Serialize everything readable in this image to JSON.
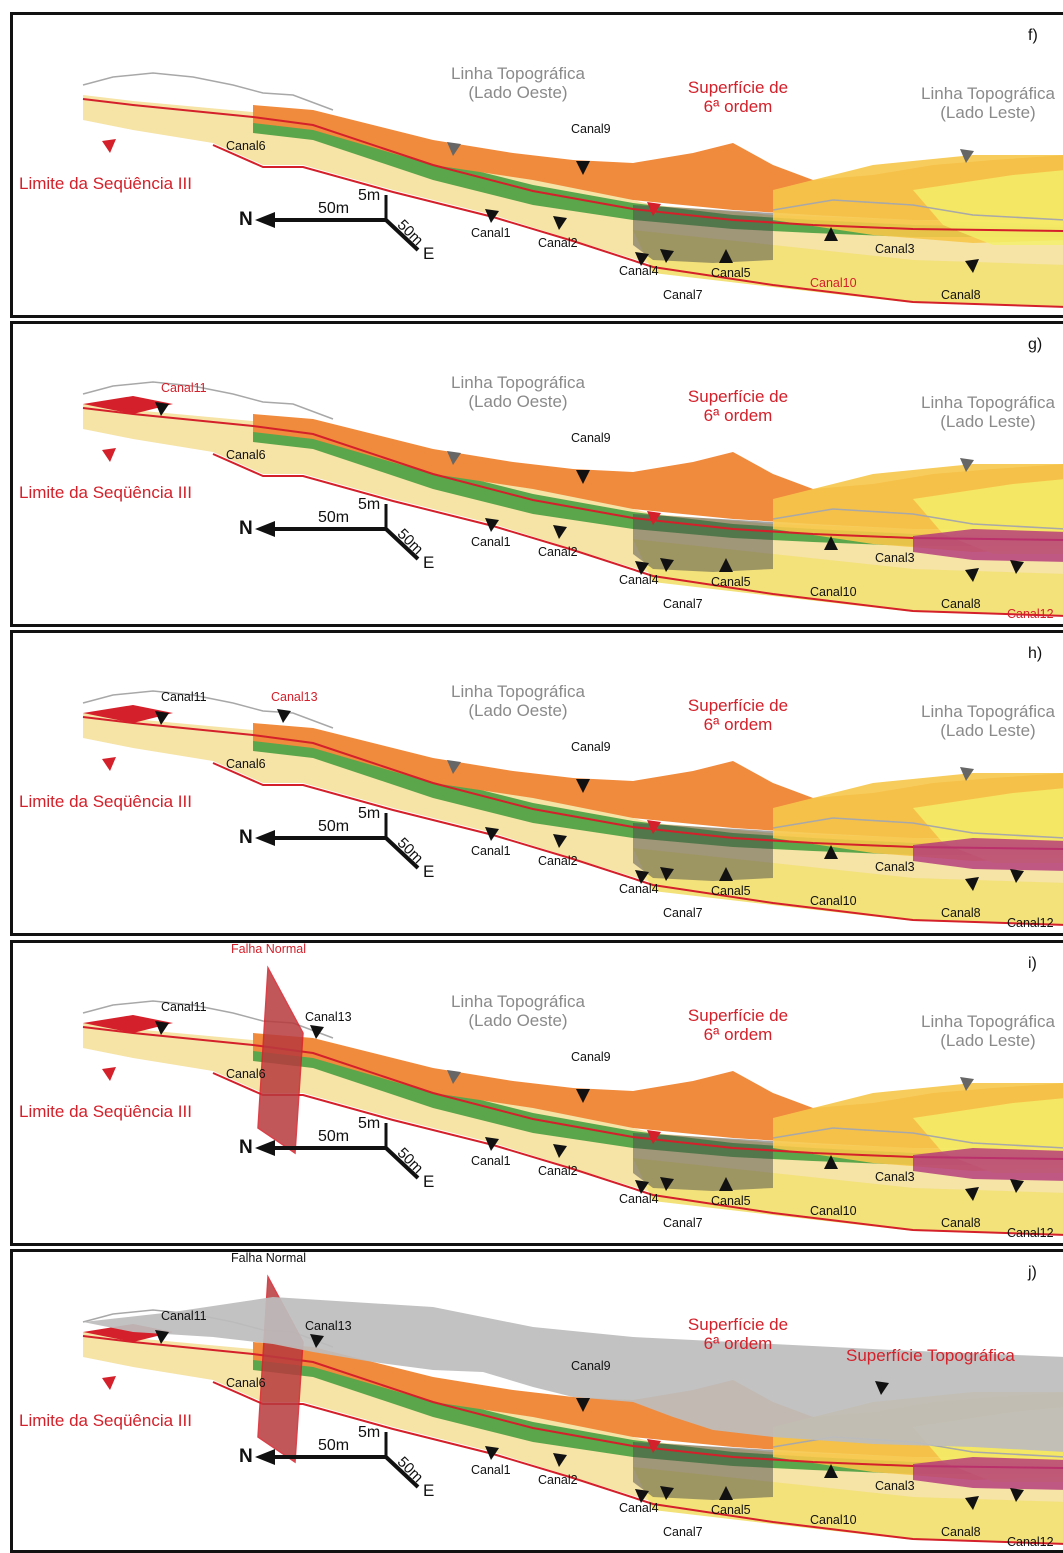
{
  "labels": {
    "linha_oeste": [
      "Linha Topográfica",
      "(Lado Oeste)"
    ],
    "linha_leste": [
      "Linha Topográfica",
      "(Lado Leste)"
    ],
    "superficie6": [
      "Superfície de",
      "6ª ordem"
    ],
    "limite": "Limite da Seqüência III",
    "superficie_topo": "Superfície Topográfica",
    "falha": "Falha Normal",
    "north": "N",
    "east": "E",
    "scale_h": "50m",
    "scale_v": "5m",
    "scale_d": "50m"
  },
  "channels": {
    "c1": "Canal1",
    "c2": "Canal2",
    "c3": "Canal3",
    "c4": "Canal4",
    "c5": "Canal5",
    "c6": "Canal6",
    "c7": "Canal7",
    "c8": "Canal8",
    "c9": "Canal9",
    "c10": "Canal10",
    "c11": "Canal11",
    "c12": "Canal12",
    "c13": "Canal13"
  },
  "panels": [
    {
      "letter": "f)",
      "red_channels": [
        "c10"
      ]
    },
    {
      "letter": "g)",
      "red_channels": [
        "c11",
        "c12"
      ]
    },
    {
      "letter": "h)",
      "red_channels": [
        "c13"
      ]
    },
    {
      "letter": "i)",
      "red_channels": []
    },
    {
      "letter": "j)",
      "red_channels": []
    }
  ],
  "colors": {
    "orange": "#f08a3c",
    "yellow": "#f3e27a",
    "pale_yellow": "#f6e3a6",
    "green": "#3f9a3a",
    "red": "#d4202a",
    "magenta": "#b2357a",
    "gray": "#a8a8a8",
    "fault": "#b83a3e"
  }
}
